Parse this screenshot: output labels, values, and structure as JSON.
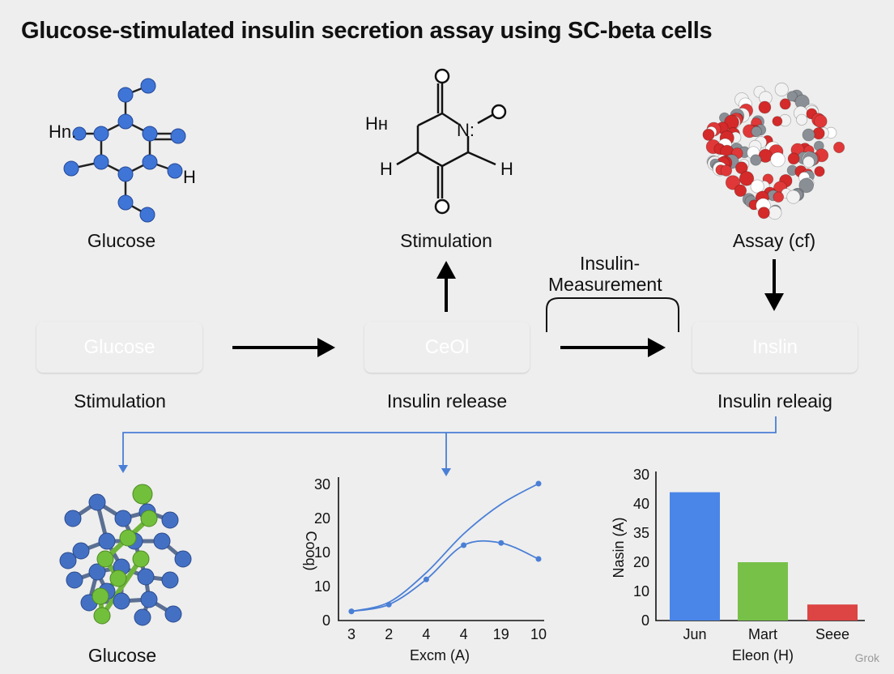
{
  "title": "Glucose-stimulated insulin secretion assay using SC-beta cells",
  "top_row": {
    "glucose_caption": "Glucose",
    "stimulation_caption": "Stimulation",
    "assay_caption": "Assay (cf)",
    "glucose_atom_label": "Hn.",
    "glucose_h_label": "H",
    "struct_h_top": "Hн",
    "struct_n_label": "N:",
    "struct_h_left": "H",
    "struct_h_right": "H"
  },
  "middle_row": {
    "insulin_measurement_line1": "Insulin-",
    "insulin_measurement_line2": "Measurement",
    "boxes": [
      {
        "label": "Glucose",
        "color": "#4a86e8",
        "caption": "Stimulation"
      },
      {
        "label": "CeOl",
        "color": "#78c148",
        "caption": "Insulin release"
      },
      {
        "label": "Inslin",
        "color": "#dd4444",
        "caption": "Insulin releaig"
      }
    ]
  },
  "bottom_row": {
    "glucose_caption": "Glucose"
  },
  "chart_data": [
    {
      "type": "line",
      "ylabel": "Cooq)",
      "xlabel": "Excm (A)",
      "x_tick_labels": [
        "3",
        "2",
        "4",
        "4",
        "19",
        "10"
      ],
      "y_tick_labels": [
        "0",
        "10",
        "10",
        "20",
        "30"
      ],
      "series": [
        {
          "values": [
            2,
            4,
            10.5,
            19,
            25.5,
            30
          ]
        },
        {
          "values": [
            2,
            3.5,
            9,
            16.5,
            17,
            13.5
          ]
        }
      ],
      "color": "#4a7fd6"
    },
    {
      "type": "bar",
      "ylabel": "Nasin (A)",
      "xlabel": "Eleon (H)",
      "categories": [
        "Jun",
        "Mart",
        "Seee"
      ],
      "values": [
        44,
        20,
        5.5
      ],
      "colors": [
        "#4a86e8",
        "#78c148",
        "#dd4444"
      ],
      "y_tick_labels": [
        "0",
        "10",
        "20",
        "35",
        "40",
        "30"
      ],
      "y_tick_values": [
        0,
        10,
        20,
        30,
        40,
        50
      ]
    }
  ],
  "watermark": "Grok"
}
